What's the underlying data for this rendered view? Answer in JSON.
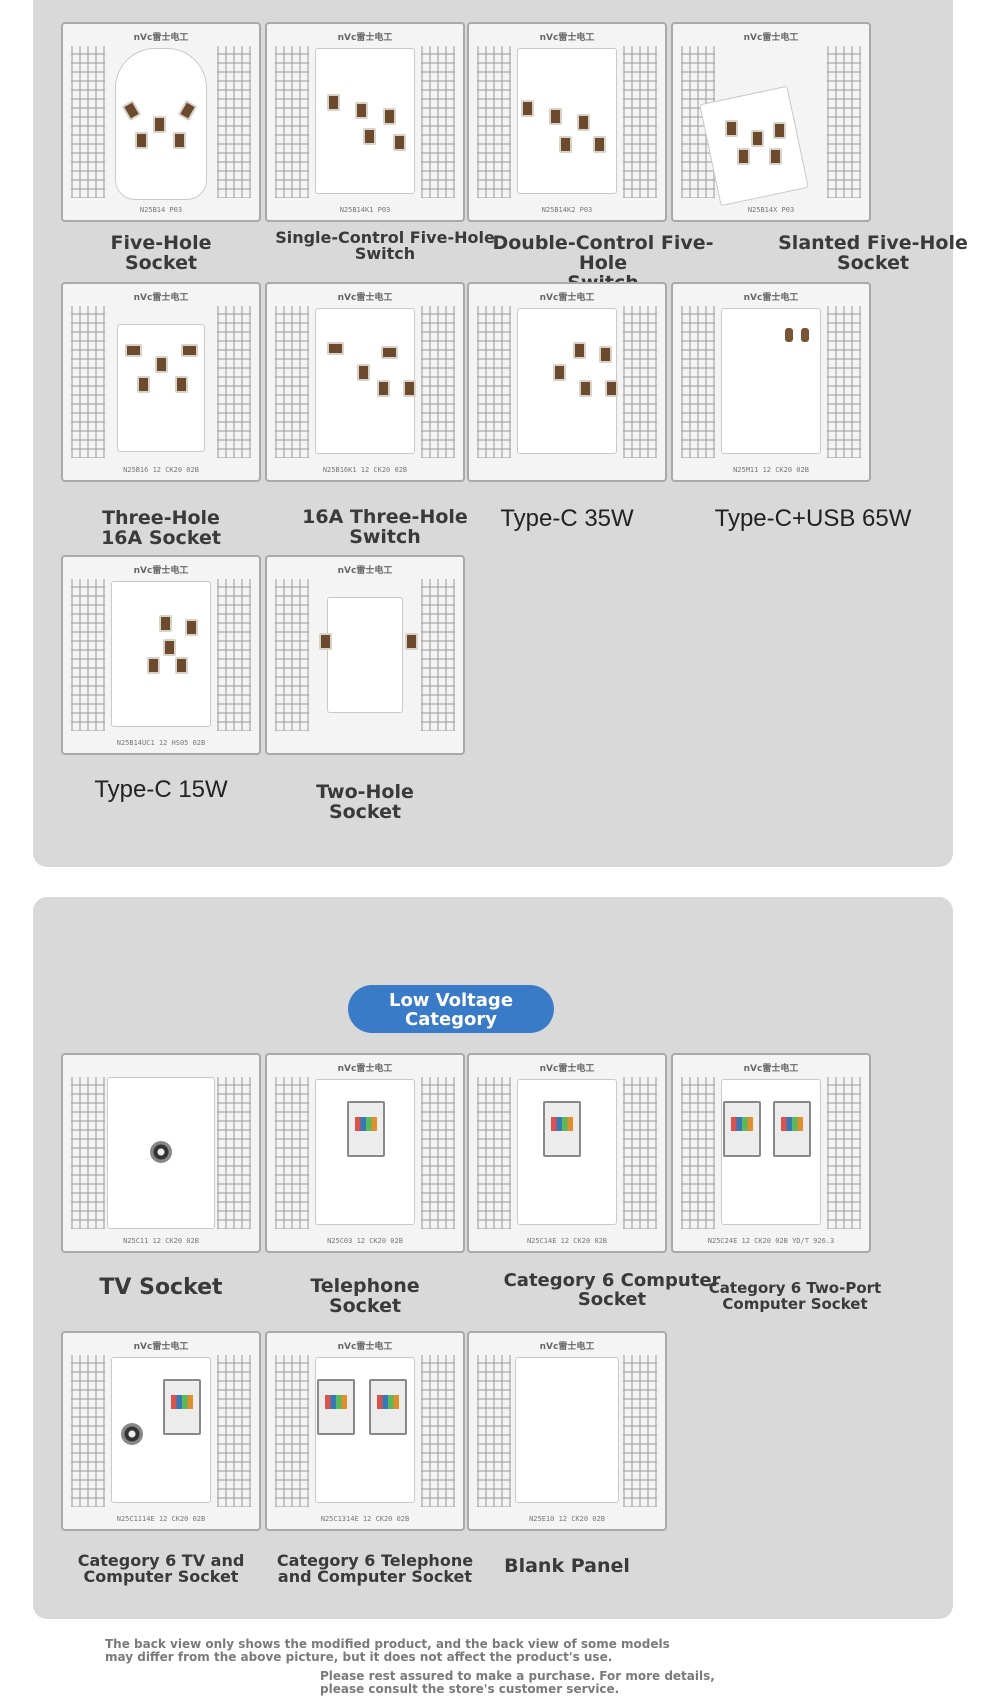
{
  "brand_mark": "nVc雷士电工",
  "power": {
    "products": [
      {
        "label_lines": [
          "Five-Hole",
          "Socket"
        ],
        "code": "N25B14 P03"
      },
      {
        "label_lines": [
          "Single-Control Five-Hole",
          "Switch"
        ],
        "code": "N25B14K1 P03"
      },
      {
        "label_lines": [
          "Double-Control Five-Hole",
          "Switch"
        ],
        "code": "N25B14K2 P03"
      },
      {
        "label_lines": [
          "Slanted Five-Hole",
          "Socket"
        ],
        "code": "N25B14X P03"
      },
      {
        "label_lines": [
          "Three-Hole",
          "16A Socket"
        ],
        "code": "N25B16 12 CK20 02B"
      },
      {
        "label_lines": [
          "16A Three-Hole",
          "Switch"
        ],
        "code": "N25B16K1 12 CK20 02B"
      },
      {
        "label_lines": [
          "Type-C 35W"
        ],
        "code": ""
      },
      {
        "label_lines": [
          "Type-C+USB 65W"
        ],
        "code": "N25M11 12 CK20 02B"
      },
      {
        "label_lines": [
          "Type-C 15W"
        ],
        "code": "N25B14UC1 12 HS05 02B"
      },
      {
        "label_lines": [
          "Two-Hole",
          "Socket"
        ],
        "code": ""
      }
    ]
  },
  "low_voltage": {
    "category_title_lines": [
      "Low Voltage",
      "Category"
    ],
    "products": [
      {
        "label_lines": [
          "TV Socket"
        ],
        "code": "N25C11 12 CK20 02B"
      },
      {
        "label_lines": [
          "Telephone",
          "Socket"
        ],
        "code": "N25C03 12 CK20 02B"
      },
      {
        "label_lines": [
          "Category 6 Computer",
          "Socket"
        ],
        "code": "N25C14E 12 CK20 02B"
      },
      {
        "label_lines": [
          "Category 6 Two-Port",
          "Computer Socket"
        ],
        "code": "N25C24E 12 CK20 02B YD/T 926.3"
      },
      {
        "label_lines": [
          "Category 6 TV and",
          "Computer Socket"
        ],
        "code": "N25C1114E 12 CK20 02B"
      },
      {
        "label_lines": [
          "Category 6 Telephone",
          "and Computer Socket"
        ],
        "code": "N25C1314E 12 CK20 02B"
      },
      {
        "label_lines": [
          "Blank Panel"
        ],
        "code": "N25E10 12 CK20 02B"
      }
    ]
  },
  "footer": {
    "lines": [
      "The back view only shows the modified product, and the back view of some models",
      "may differ from the above picture, but it does not affect the product's use.",
      "Please rest assured to make a purchase. For more details,",
      "please consult the store's customer service."
    ]
  }
}
